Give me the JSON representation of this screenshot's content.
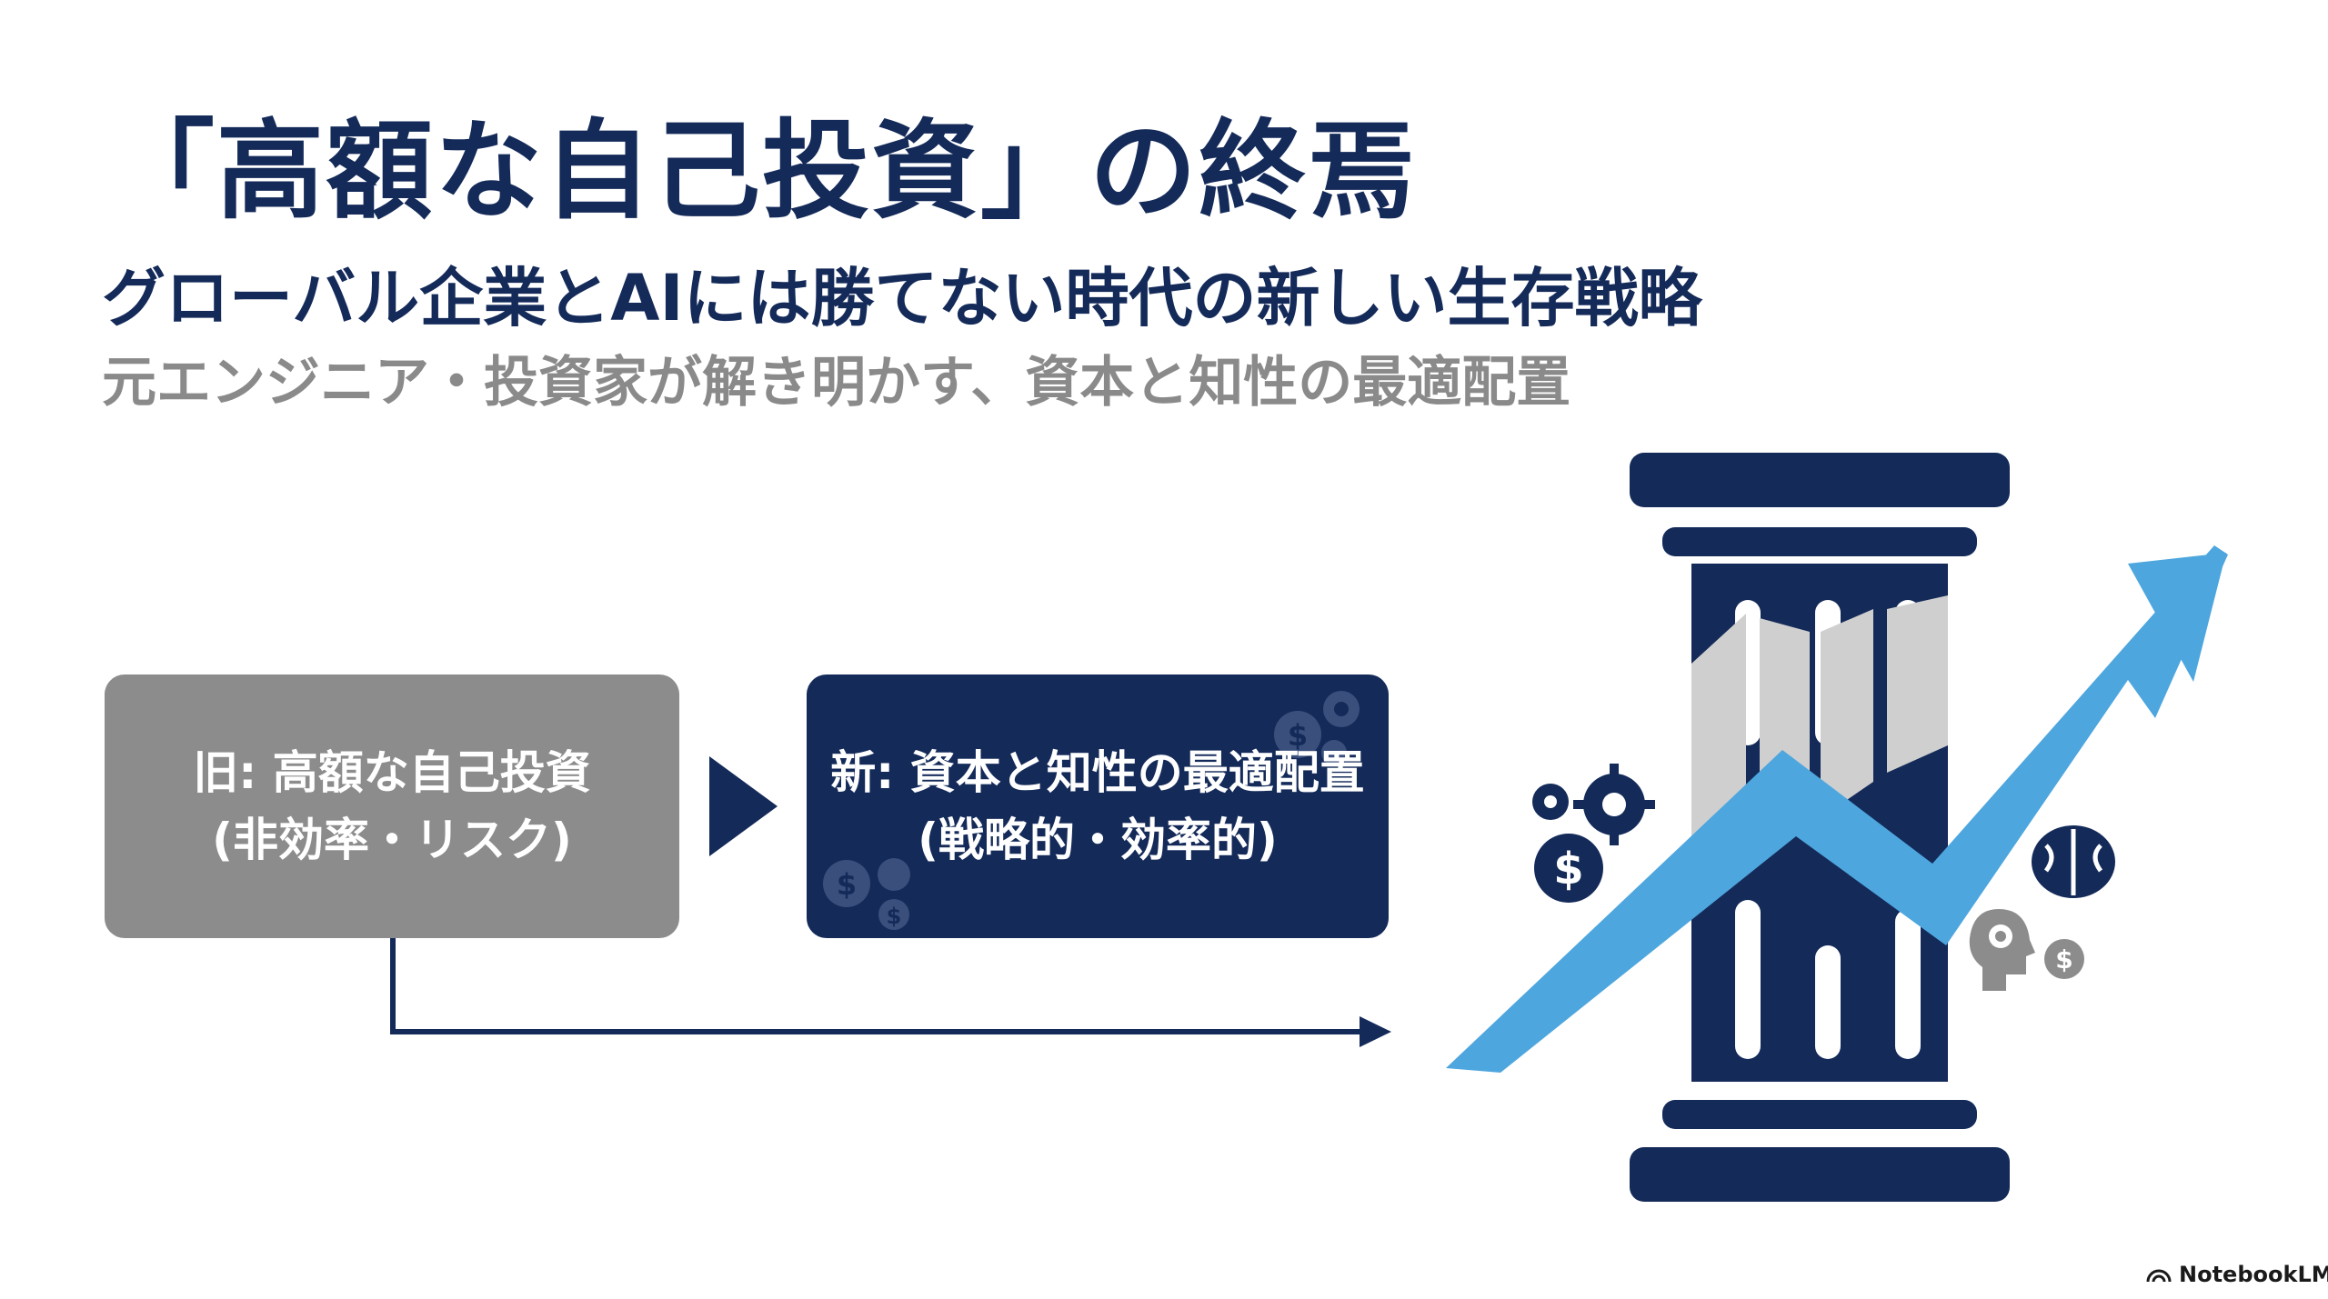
{
  "slide": {
    "title": "「高額な自己投資」の終焉",
    "subtitle": "グローバル企業とAIには勝てない時代の新しい生存戦略",
    "tagline": "元エンジニア・投資家が解き明かす、資本と知性の最適配置"
  },
  "comparison": {
    "old": {
      "line1": "旧: 高額な自己投資",
      "line2": "(非効率・リスク)"
    },
    "new": {
      "line1": "新: 資本と知性の最適配置",
      "line2": "(戦略的・効率的)"
    }
  },
  "icons": {
    "dollar_symbol": "$"
  },
  "colors": {
    "navy": "#142a59",
    "gray_box": "#8c8c8c",
    "light_blue_arrow": "#4ea6de",
    "light_gray": "#cfcfcf"
  },
  "brand": {
    "name": "NotebookLM"
  }
}
